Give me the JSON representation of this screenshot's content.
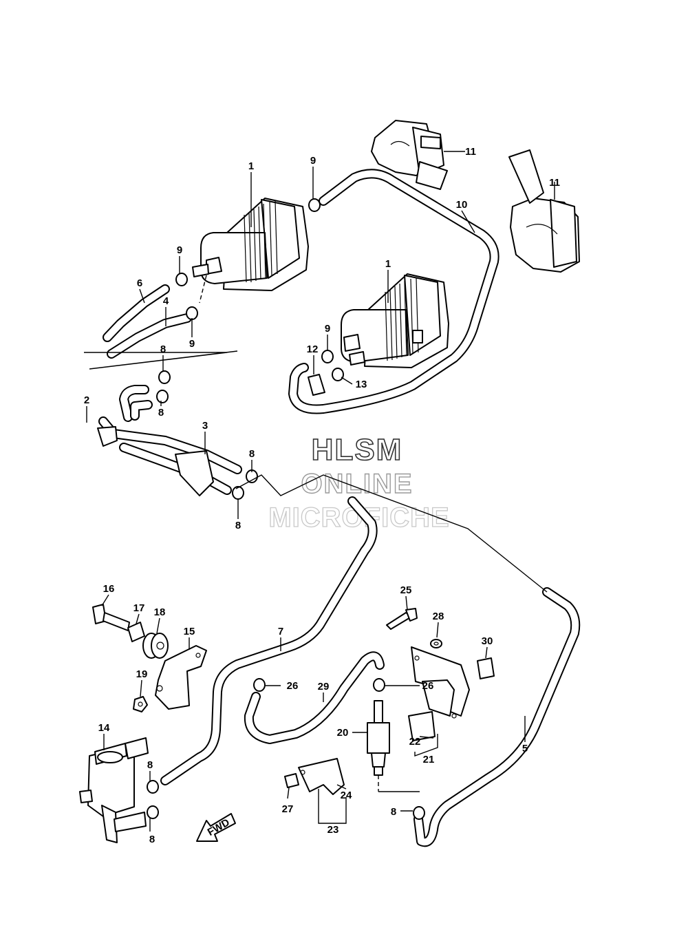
{
  "watermark": {
    "line1": "HLSM",
    "line2": "ONLINE",
    "line3": "MICROFICHE"
  },
  "direction_arrow": {
    "label": "FWD"
  },
  "callouts": [
    "1",
    "1",
    "2",
    "3",
    "4",
    "5",
    "6",
    "7",
    "8",
    "8",
    "8",
    "8",
    "8",
    "8",
    "8",
    "9",
    "9",
    "9",
    "9",
    "10",
    "11",
    "11",
    "12",
    "13",
    "14",
    "15",
    "16",
    "17",
    "18",
    "19",
    "20",
    "21",
    "22",
    "23",
    "24",
    "25",
    "26",
    "26",
    "27",
    "28",
    "29",
    "30"
  ]
}
